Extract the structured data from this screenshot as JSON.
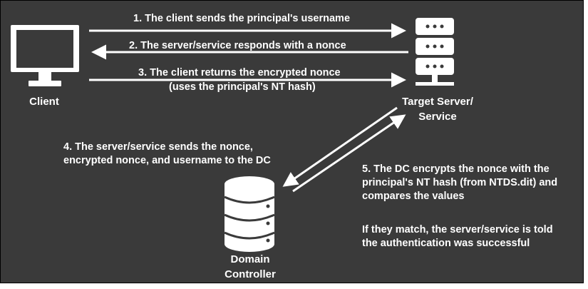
{
  "nodes": {
    "client": "Client",
    "server_line1": "Target Server/",
    "server_line2": "Service",
    "dc_line1": "Domain",
    "dc_line2": "Controller"
  },
  "steps": {
    "step1": "1. The client sends the principal's username",
    "step2": "2. The server/service responds with a nonce",
    "step3_line1": "3. The client returns the encrypted nonce",
    "step3_line2": "(uses the principal's NT hash)",
    "step4_line1": "4. The server/service sends the nonce,",
    "step4_line2": "encrypted nonce, and username to the DC",
    "step5_line1": "5. The DC encrypts the nonce with the",
    "step5_line2": "principal's NT hash (from NTDS.dit) and",
    "step5_line3": "compares the values",
    "result_line1": "If they match, the server/service is told",
    "result_line2": "the authentication was successful"
  },
  "colors": {
    "background": "#3a3a3a",
    "foreground": "#ffffff"
  },
  "icons": [
    "monitor-icon",
    "server-rack-icon",
    "database-icon"
  ]
}
